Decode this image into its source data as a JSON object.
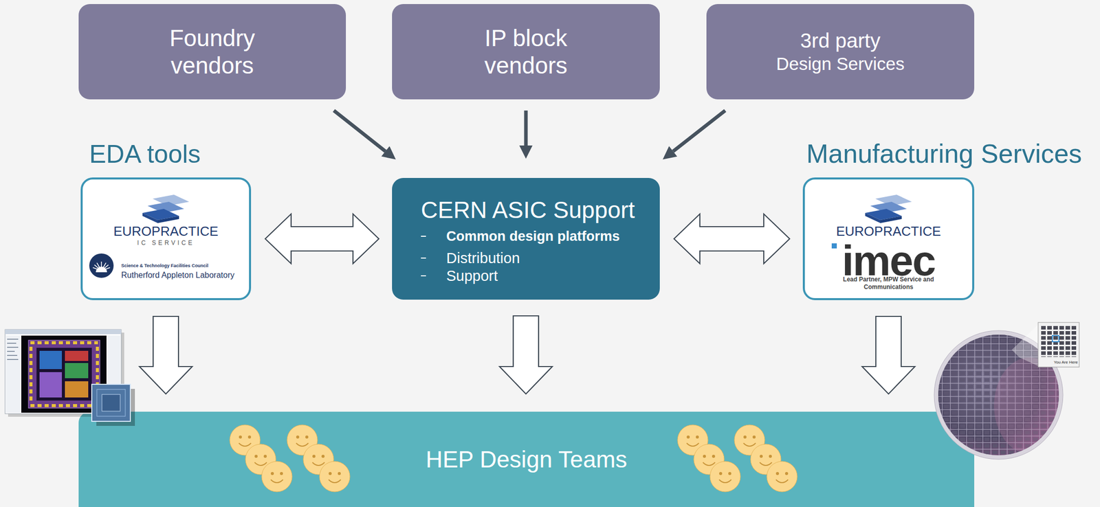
{
  "diagram": {
    "nodes": [
      {
        "text": [
          "Foundry vendors"
        ]
      },
      {
        "text": [
          "IP block vendors"
        ]
      },
      {
        "text": [
          "3rd party",
          "Design Services"
        ]
      },
      {
        "text": [
          "EDA tools",
          "EUROPRACTICE",
          "IC SERVICE",
          "Science & Technology Facilities Council",
          "Rutherford Appleton Laboratory"
        ]
      },
      {
        "text": [
          "CERN ASIC Support",
          "Common design platforms",
          "Distribution",
          "Support"
        ]
      },
      {
        "text": [
          "Manufacturing Services",
          "EUROPRACTICE",
          "imec",
          "Lead Partner, MPW Service and Communications"
        ]
      },
      {
        "text": [
          "HEP Design Teams"
        ]
      }
    ],
    "edges": [
      {
        "from": 0,
        "to": 4,
        "arrow": "to"
      },
      {
        "from": 1,
        "to": 4,
        "arrow": "to"
      },
      {
        "from": 2,
        "to": 4,
        "arrow": "to"
      },
      {
        "from": 3,
        "to": 4,
        "arrow": "both"
      },
      {
        "from": 4,
        "to": 5,
        "arrow": "both"
      },
      {
        "from": 3,
        "to": 6,
        "arrow": "to"
      },
      {
        "from": 4,
        "to": 6,
        "arrow": "to"
      },
      {
        "from": 5,
        "to": 6,
        "arrow": "to"
      }
    ],
    "labels": [
      "You Are Here"
    ]
  }
}
